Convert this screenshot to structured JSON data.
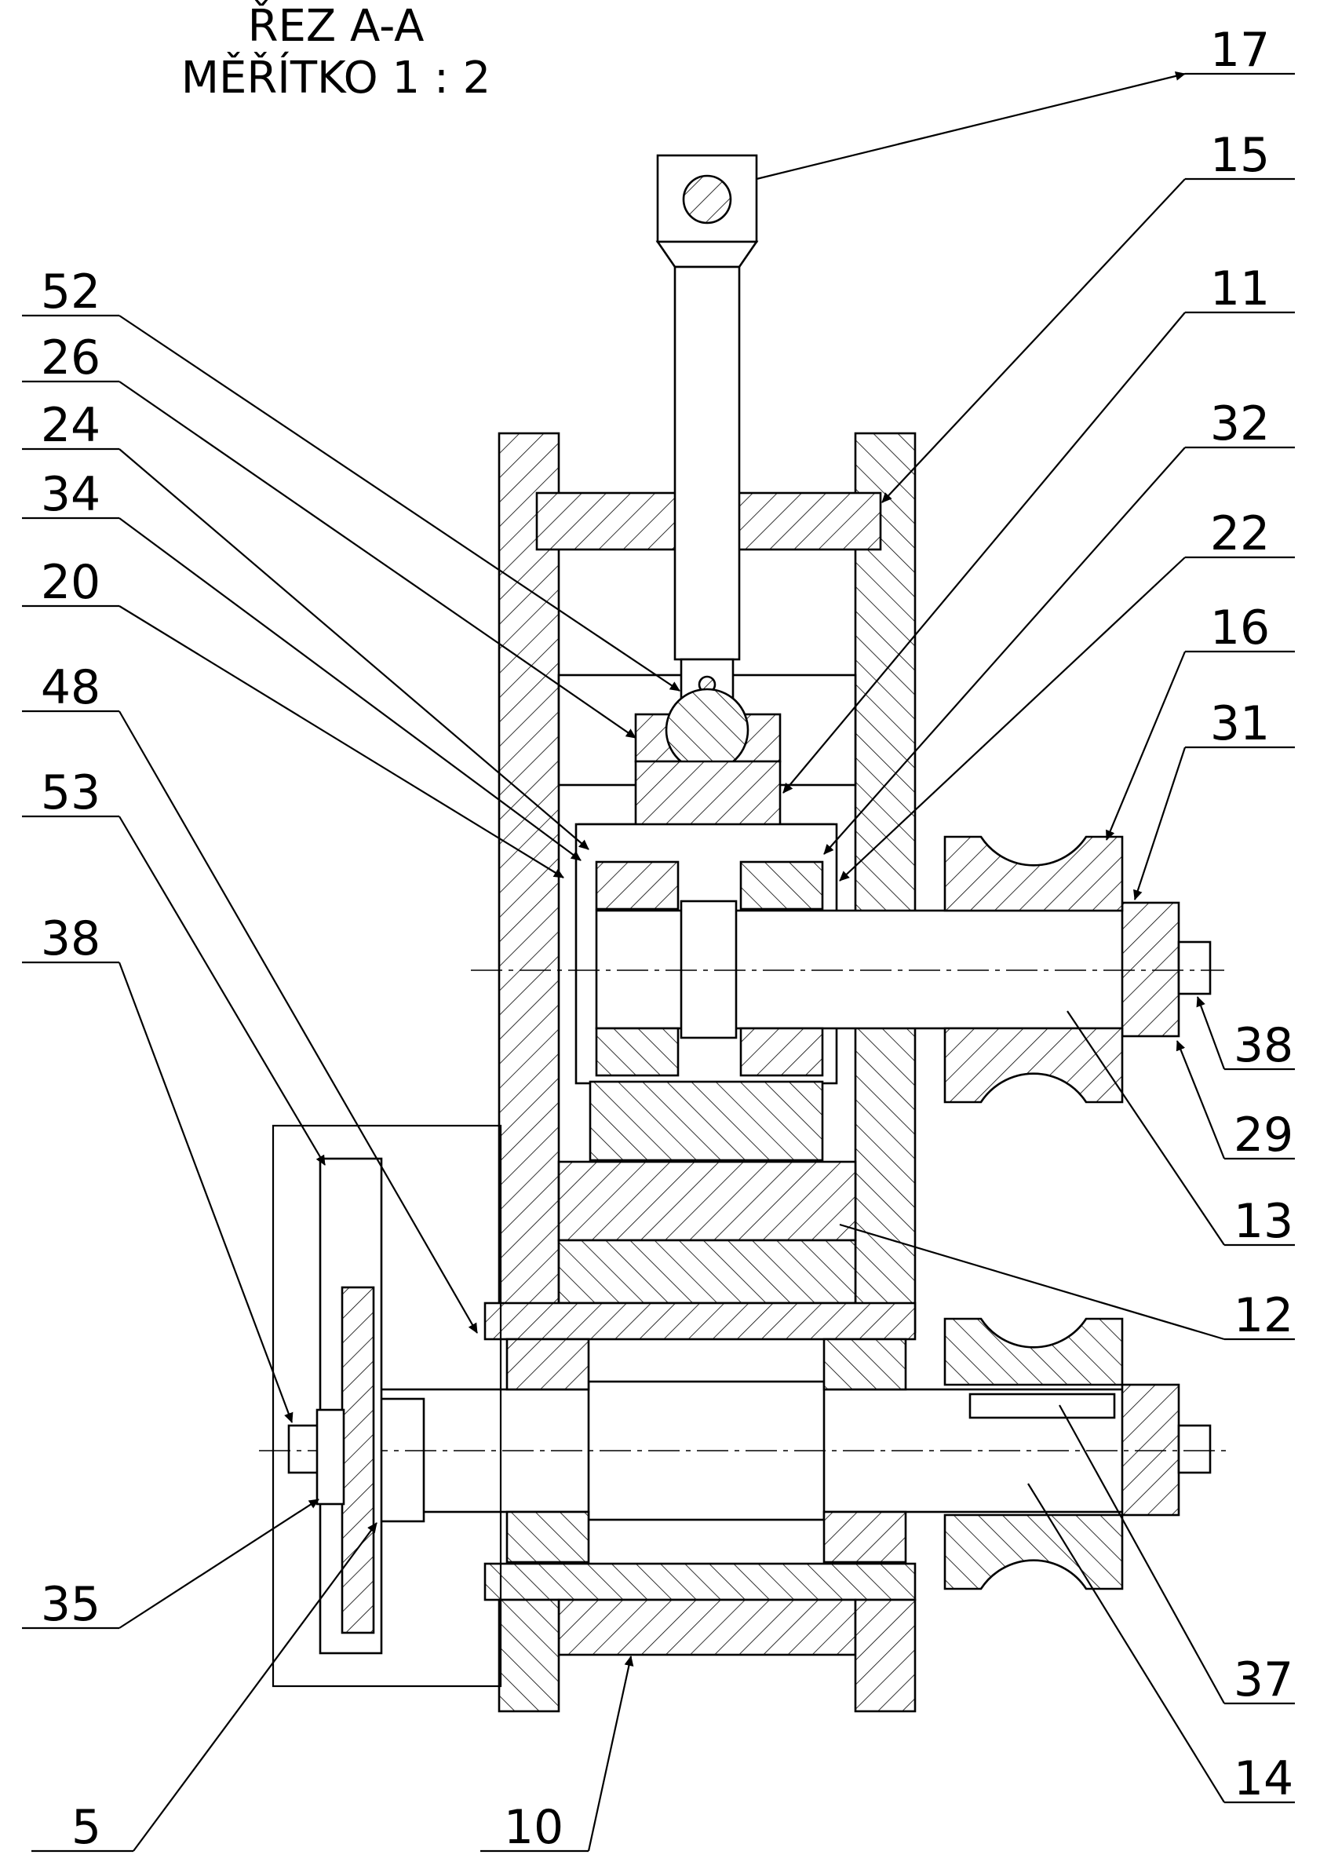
{
  "title": {
    "line1": "ŘEZ A-A",
    "line2": "MĚŘÍTKO 1 : 2"
  },
  "callouts": [
    "17",
    "15",
    "52",
    "11",
    "26",
    "32",
    "24",
    "34",
    "22",
    "20",
    "16",
    "48",
    "31",
    "53",
    "38",
    "38",
    "29",
    "13",
    "12",
    "35",
    "37",
    "5",
    "10",
    "14"
  ]
}
